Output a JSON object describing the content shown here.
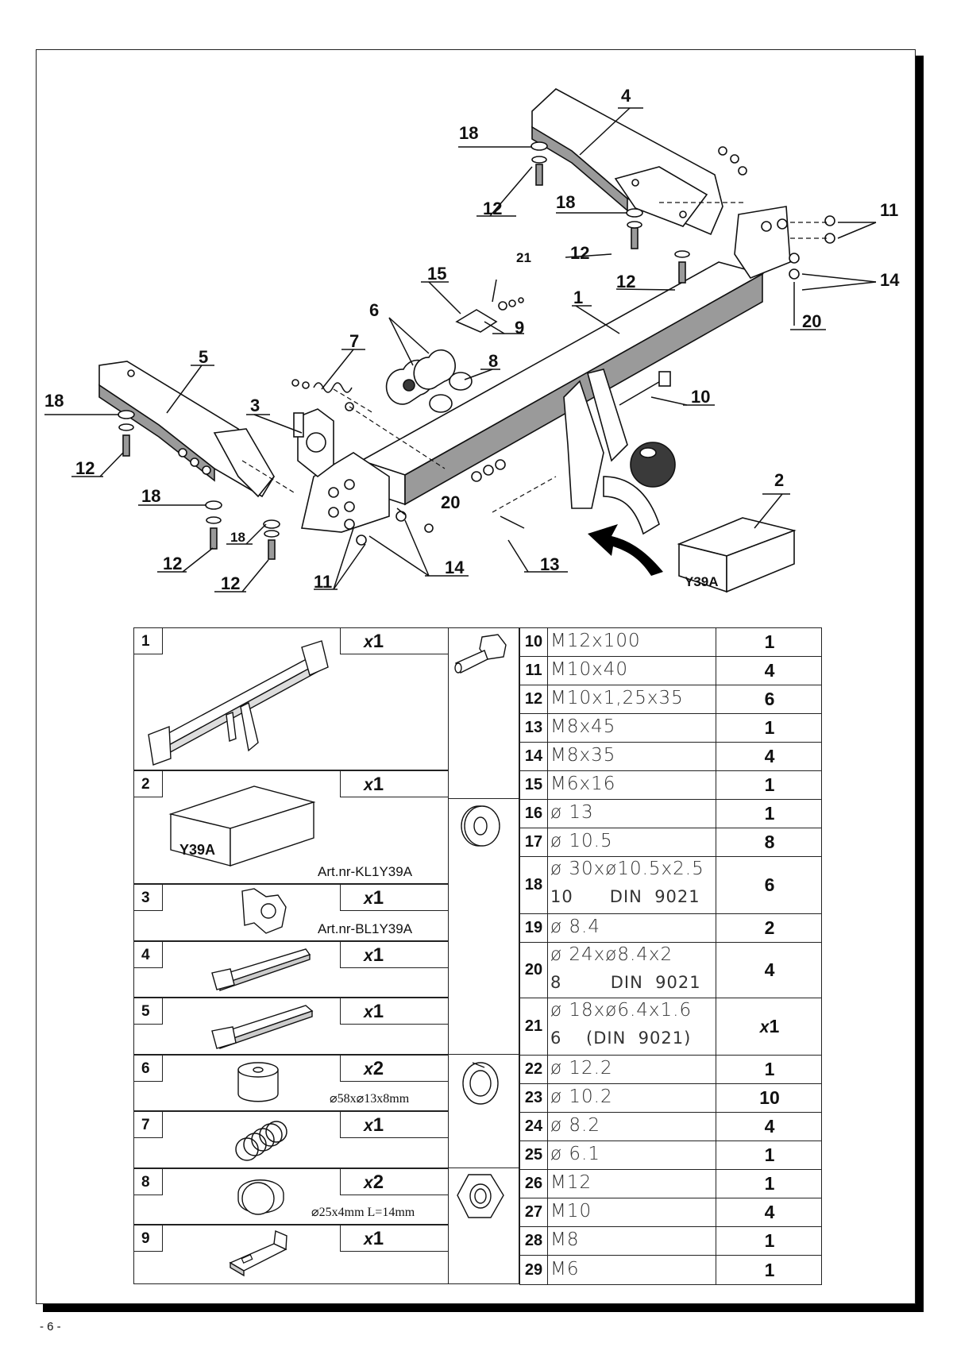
{
  "page_number": "- 6 -",
  "callouts": [
    "1",
    "2",
    "3",
    "4",
    "5",
    "6",
    "7",
    "8",
    "9",
    "10",
    "11",
    "11",
    "12",
    "12",
    "12",
    "12",
    "12",
    "12",
    "13",
    "14",
    "14",
    "15",
    "18",
    "18",
    "18",
    "18",
    "18",
    "20",
    "20",
    "21"
  ],
  "box_label": "Y39A",
  "left_items": [
    {
      "num": "1",
      "qty_x": "x",
      "qty": "1",
      "note": ""
    },
    {
      "num": "2",
      "qty_x": "x",
      "qty": "1",
      "note": "Art.nr-KL1Y39A",
      "box_label": "Y39A"
    },
    {
      "num": "3",
      "qty_x": "x",
      "qty": "1",
      "note": "Art.nr-BL1Y39A"
    },
    {
      "num": "4",
      "qty_x": "x",
      "qty": "1",
      "note": ""
    },
    {
      "num": "5",
      "qty_x": "x",
      "qty": "1",
      "note": ""
    },
    {
      "num": "6",
      "qty_x": "x",
      "qty": "2",
      "note": "⌀58x⌀13x8mm"
    },
    {
      "num": "7",
      "qty_x": "x",
      "qty": "1",
      "note": ""
    },
    {
      "num": "8",
      "qty_x": "x",
      "qty": "2",
      "note": "⌀25x4mm L=14mm"
    },
    {
      "num": "9",
      "qty_x": "x",
      "qty": "1",
      "note": ""
    }
  ],
  "right_items": [
    {
      "num": "10",
      "spec": "M12x100",
      "qty": "1"
    },
    {
      "num": "11",
      "spec": "M10x40",
      "qty": "4"
    },
    {
      "num": "12",
      "spec": "M10x1,25x35",
      "qty": "6"
    },
    {
      "num": "13",
      "spec": "M8x45",
      "qty": "1"
    },
    {
      "num": "14",
      "spec": "M8x35",
      "qty": "4"
    },
    {
      "num": "15",
      "spec": "M6x16",
      "qty": "1"
    },
    {
      "num": "16",
      "spec": "ø 13",
      "qty": "1"
    },
    {
      "num": "17",
      "spec": "ø 10.5",
      "qty": "8"
    },
    {
      "num": "18",
      "spec": "ø 30xø10.5x2.5",
      "spec2": "10      DIN  9021",
      "qty": "6"
    },
    {
      "num": "19",
      "spec": "ø 8.4",
      "qty": "2"
    },
    {
      "num": "20",
      "spec": "ø 24xø8.4x2",
      "spec2": "8        DIN  9021",
      "qty": "4"
    },
    {
      "num": "21",
      "spec": "ø 18xø6.4x1.6",
      "spec2": "6    (DIN  9021)",
      "qty_x": "x",
      "qty": "1"
    },
    {
      "num": "22",
      "spec": "ø 12.2",
      "qty": "1"
    },
    {
      "num": "23",
      "spec": "ø 10.2",
      "qty": "10"
    },
    {
      "num": "24",
      "spec": "ø 8.2",
      "qty": "4"
    },
    {
      "num": "25",
      "spec": "ø 6.1",
      "qty": "1"
    },
    {
      "num": "26",
      "spec": "M12",
      "qty": "1"
    },
    {
      "num": "27",
      "spec": "M10",
      "qty": "4"
    },
    {
      "num": "28",
      "spec": "M8",
      "qty": "1"
    },
    {
      "num": "29",
      "spec": "M6",
      "qty": "1"
    }
  ]
}
